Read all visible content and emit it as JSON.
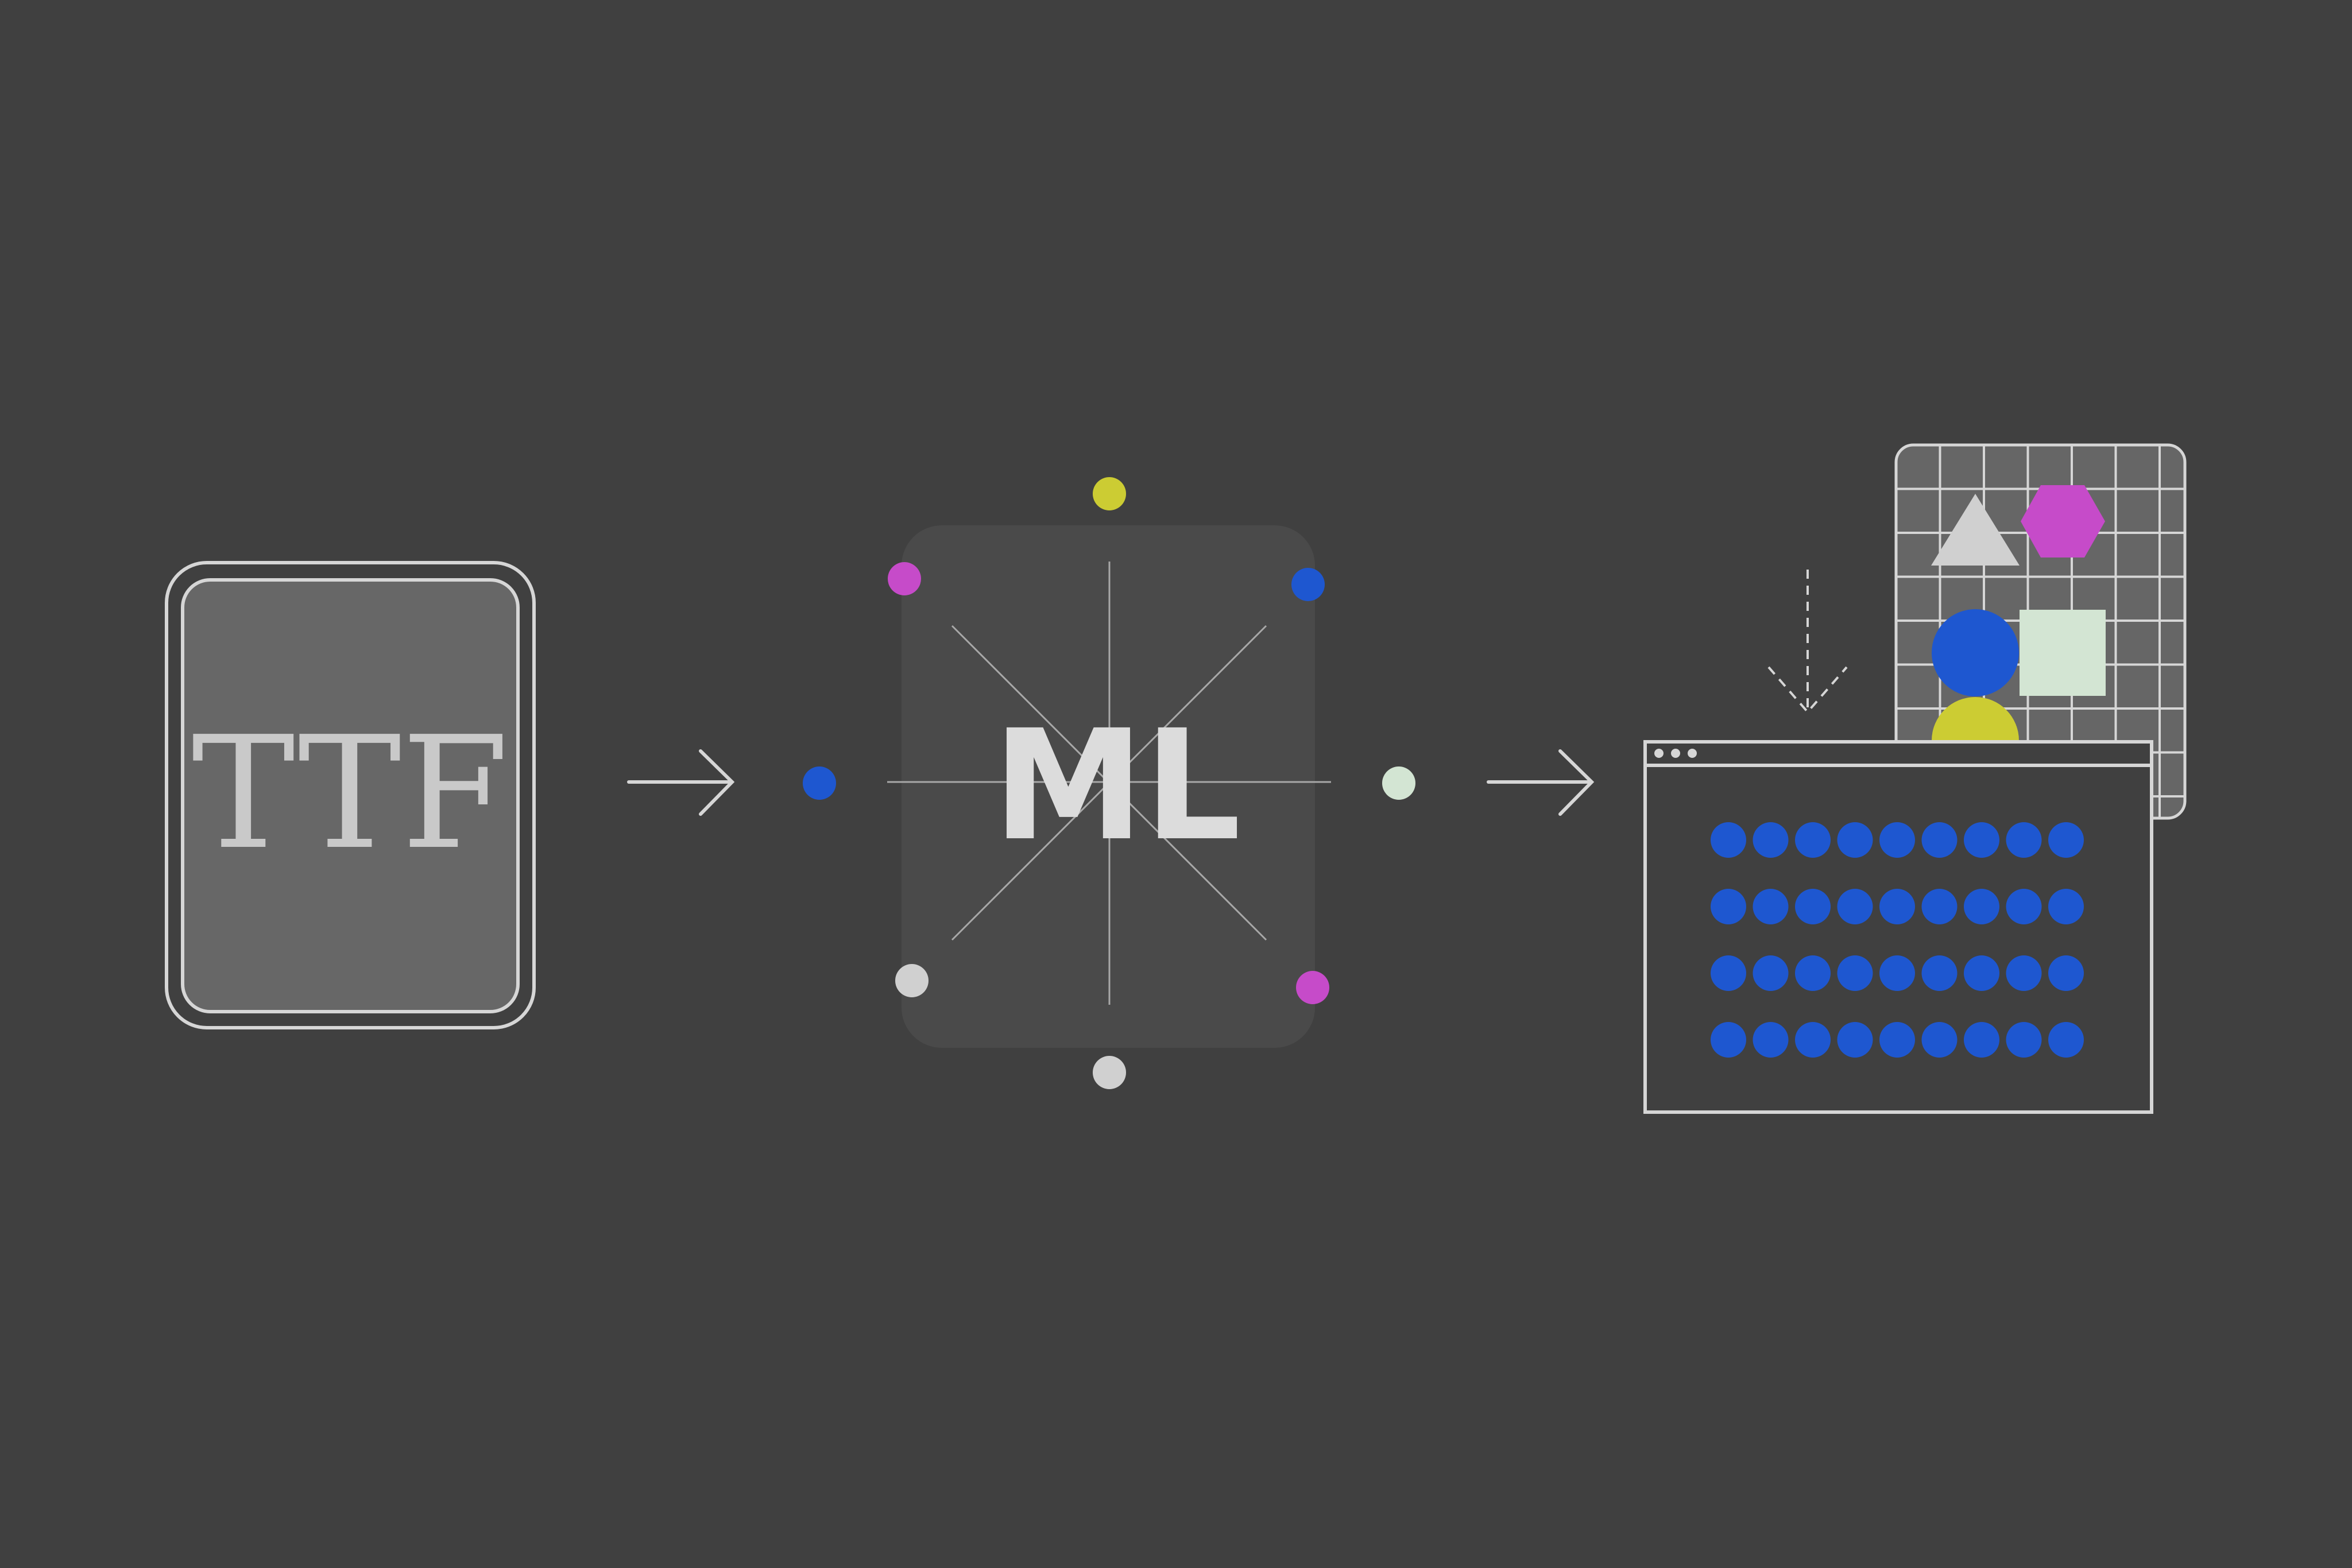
{
  "diagram": {
    "source": {
      "label": "TTF",
      "icon": "font-file-icon"
    },
    "model": {
      "label": "ML",
      "icon": "neural-network-icon"
    },
    "output": {
      "icon": "browser-window-icon",
      "glyph_rows": 4,
      "glyph_cols": 9
    },
    "glyph_sheet": {
      "icon": "shape-grid-icon",
      "shapes": [
        "triangle",
        "hexagon",
        "circle",
        "square",
        "semicircle"
      ]
    },
    "flow": [
      "TTF",
      "ML",
      "output"
    ]
  },
  "colors": {
    "background": "#404040",
    "stroke": "#d6d6d6",
    "file_fill": "#676767",
    "model_fill": "#4a4a4a",
    "blue": "#1e57d0",
    "magenta": "#c64bc9",
    "yellow": "#cccc33",
    "gray": "#d0d0d0",
    "mint": "#d3e5d3",
    "text": "#c9c9c9"
  }
}
